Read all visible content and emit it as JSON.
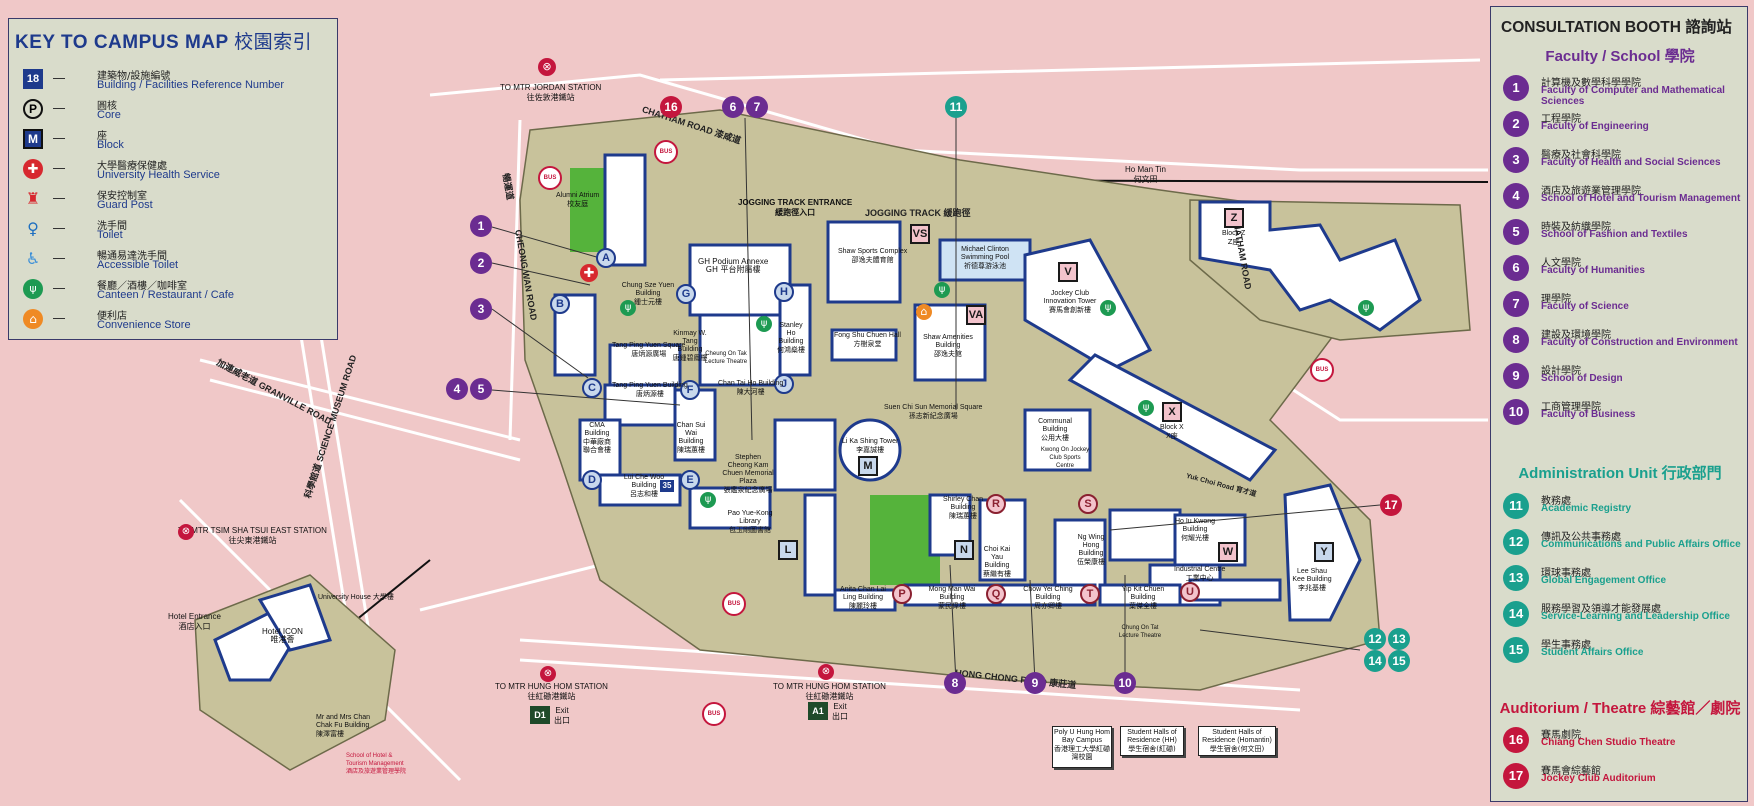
{
  "colors": {
    "purple": "#6b2c91",
    "teal": "#1aa08e",
    "crimson": "#c4163d",
    "navy": "#1e3a8c",
    "campus": "#c8c29b",
    "background": "#f0c8c8"
  },
  "legend": {
    "title": "KEY TO CAMPUS MAP",
    "title_zh": "校園索引",
    "items": [
      {
        "icon": "reference-number-icon",
        "symbol": "18",
        "zh": "建築物/設施編號",
        "en": "Building / Facilities Reference Number"
      },
      {
        "icon": "core-icon",
        "symbol": "P",
        "zh": "圓核",
        "en": "Core"
      },
      {
        "icon": "block-icon",
        "symbol": "M",
        "zh": "座",
        "en": "Block"
      },
      {
        "icon": "health-service-icon",
        "symbol": "✚",
        "zh": "大學醫療保健處",
        "en": "University Health Service"
      },
      {
        "icon": "guard-post-icon",
        "symbol": "♜",
        "zh": "保安控制室",
        "en": "Guard Post"
      },
      {
        "icon": "toilet-icon",
        "symbol": "♀",
        "zh": "洗手間",
        "en": "Toilet"
      },
      {
        "icon": "accessible-toilet-icon",
        "symbol": "♿",
        "zh": "暢通易達洗手間",
        "en": "Accessible Toilet"
      },
      {
        "icon": "canteen-icon",
        "symbol": "🍴",
        "zh": "餐廳／酒樓／咖啡室",
        "en": "Canteen / Restaurant / Cafe"
      },
      {
        "icon": "convenience-store-icon",
        "symbol": "⌂",
        "zh": "便利店",
        "en": "Convenience Store"
      }
    ]
  },
  "booth": {
    "title": "CONSULTATION BOOTH 諮詢站",
    "faculty_header": "Faculty / School 學院",
    "faculties": [
      {
        "n": "1",
        "zh": "計算機及數學科學學院",
        "en": "Faculty of Computer and Mathematical Sciences"
      },
      {
        "n": "2",
        "zh": "工程學院",
        "en": "Faculty of Engineering"
      },
      {
        "n": "3",
        "zh": "醫療及社會科學院",
        "en": "Faculty of Health and Social Sciences"
      },
      {
        "n": "4",
        "zh": "酒店及旅遊業管理學院",
        "en": "School of Hotel and Tourism Management"
      },
      {
        "n": "5",
        "zh": "時裝及紡織學院",
        "en": "School of Fashion and Textiles"
      },
      {
        "n": "6",
        "zh": "人文學院",
        "en": "Faculty of Humanities"
      },
      {
        "n": "7",
        "zh": "理學院",
        "en": "Faculty of Science"
      },
      {
        "n": "8",
        "zh": "建設及環境學院",
        "en": "Faculty of Construction and Environment"
      },
      {
        "n": "9",
        "zh": "設計學院",
        "en": "School of Design"
      },
      {
        "n": "10",
        "zh": "工商管理學院",
        "en": "Faculty of Business"
      }
    ],
    "admin_header": "Administration Unit 行政部門",
    "admin": [
      {
        "n": "11",
        "zh": "教務處",
        "en": "Academic Registry"
      },
      {
        "n": "12",
        "zh": "傳訊及公共事務處",
        "en": "Communications and Public Affairs Office"
      },
      {
        "n": "13",
        "zh": "環球事務處",
        "en": "Global Engagement Office"
      },
      {
        "n": "14",
        "zh": "服務學習及領導才能發展處",
        "en": "Service-Learning and Leadership Office"
      },
      {
        "n": "15",
        "zh": "學生事務處",
        "en": "Student Affairs Office"
      }
    ],
    "aud_header": "Auditorium / Theatre 綜藝館／劇院",
    "auditoria": [
      {
        "n": "16",
        "zh": "賽馬劇院",
        "en": "Chiang Chen Studio Theatre"
      },
      {
        "n": "17",
        "zh": "賽馬會綜藝館",
        "en": "Jockey Club Auditorium"
      }
    ]
  },
  "map": {
    "streets": {
      "chatham_road": "CHATHAM ROAD",
      "chatham_road_zh": "漆咸道",
      "cheong_wan_road": "CHEONG WAN ROAD",
      "cheong_wan_zh": "暢運道",
      "granville_road": "GRANVILLE ROAD",
      "granville_zh": "加連威老道",
      "science_museum_road": "SCIENCE MUSEUM ROAD",
      "science_museum_zh": "科學館道",
      "hong_chong_road": "HONG CHONG ROAD",
      "hong_chong_zh": "康莊道",
      "jogging_track": "JOGGING TRACK",
      "jogging_track_zh": "緩跑徑",
      "jogging_entrance": "JOGGING TRACK ENTRANCE",
      "jogging_entrance_zh": "緩跑徑入口",
      "yuk_choi_road": "Yuk Choi Road",
      "yuk_choi_zh": "育才道",
      "ho_man_tin": "Ho Man Tin",
      "ho_man_tin_zh": "何文田",
      "hotel_entrance": "Hotel Entrance",
      "hotel_entrance_zh": "酒店入口"
    },
    "mtr": {
      "jordan": "TO MTR JORDAN STATION",
      "jordan_zh": "往佐敦港鐵站",
      "tst_east": "TO MTR TSIM SHA TSUI EAST STATION",
      "tst_east_zh": "往尖東港鐵站",
      "hung_hom": "TO MTR HUNG HOM STATION",
      "hung_hom_zh": "往紅磡港鐵站",
      "exit": "Exit",
      "exit_zh": "出口",
      "d1": "D1",
      "a1": "A1",
      "bus": "BUS"
    },
    "buildings": {
      "alumni": "Alumni Atrium",
      "alumni_zh": "校友庭",
      "shaw_sports": "Shaw Sports Complex",
      "shaw_sports_zh": "邵逸夫體育館",
      "clinton_pool": "Michael Clinton Swimming Pool",
      "clinton_pool_zh": "祈德尊游泳池",
      "gh_annex": "GH Podium Annexe",
      "gh_annex_zh": "GH 平台附屬樓",
      "chung_sze_yuen": "Chung Sze Yuen Building",
      "chung_sze_yuen_zh": "鍾士元樓",
      "kinmay": "Kinmay W. Tang Building",
      "kinmay_zh": "唐鍾碧鳳樓",
      "cheung_chuk": "Cheung On Tak Lecture Theatre",
      "stanley_ho": "Stanley Ho Building",
      "stanley_ho_zh": "何鴻燊樓",
      "fong_shu_chuen": "Fong Shu Chuen Hall",
      "fong_shu_chuen_zh": "方樹泉堂",
      "shaw_amenities": "Shaw Amenities Building",
      "shaw_amenities_zh": "邵逸夫館",
      "jockey_tower": "Jockey Club Innovation Tower",
      "jockey_tower_zh": "賽馬會創新樓",
      "tang_ping_yuen": "Tang Ping Yuen Square",
      "tang_ping_yuen_zh": "唐炳源廣場",
      "tang_ping_yuen_bldg": "Tang Ping Yuen Building",
      "tang_ping_yuen_bldg_zh": "唐炳源樓",
      "chan_tai_ho": "Chan Tai Ho Building",
      "chan_tai_ho_zh": "陳大河樓",
      "suen_chi_sun": "Suen Chi Sun Memorial Square",
      "suen_chi_sun_zh": "孫志新紀念廣場",
      "li_ka_shing": "Li Ka Shing Tower",
      "li_ka_shing_zh": "李嘉誠樓",
      "cma": "CMA Building",
      "cma_zh": "中華廠商聯合會樓",
      "chan_sui_wai": "Chan Sui Wai Building",
      "chan_sui_wai_zh": "陳瑞蕙樓",
      "lui_che_woo": "Lui Che Woo Building",
      "lui_che_woo_zh": "呂志和樓",
      "pao_yue_kong": "Pao Yue-Kong Library",
      "pao_yue_kong_zh": "包玉剛圖書館",
      "stephen_cheong": "Stephen Cheong Kam Chuen Memorial Plaza",
      "stephen_cheong_zh": "張鑑泉紀念廣場",
      "communal": "Communal Building",
      "communal_zh": "公用大樓",
      "block_x": "Block X",
      "block_x_zh": "X座",
      "block_z": "Block Z",
      "block_z_zh": "Z座",
      "shirley_chan": "Shirley Chan Building",
      "shirley_chan_zh": "陳瑞蕙樓",
      "choi_kai_yau": "Choi Kai Yau Building",
      "choi_kai_yau_zh": "蔡繼有樓",
      "ng_wing_hong": "Ng Wing Hong Building",
      "ng_wing_hong_zh": "伍榮康樓",
      "ho_iu_kwong": "Ho Iu Kwong Building",
      "ho_iu_kwong_zh": "何耀光樓",
      "industrial": "Industrial Centre",
      "industrial_zh": "工業中心",
      "lee_shau_kee": "Lee Shau Kee Building",
      "lee_shau_kee_zh": "李兆基樓",
      "anita_chan": "Anita Chan Lai Ling Building",
      "anita_chan_zh": "陳麗玲樓",
      "mong_man_wai": "Mong Man Wai Building",
      "mong_man_wai_zh": "蒙民偉樓",
      "chow_yei_ching": "Chow Yei Ching Building",
      "chow_yei_ching_zh": "周亦卿樓",
      "yip_kit_chuen": "Yip Kit Chuen Building",
      "yip_kit_chuen_zh": "葉傑全樓",
      "kwong_on": "Kwong On Jockey Club Sports Centre",
      "chung_on_tat": "Chung On Tat Lecture Theatre",
      "block_w": "W",
      "block_y": "Y",
      "university_house": "University House 大學樓",
      "hotel_icon": "Hotel ICON",
      "hotel_icon_zh": "唯港薈",
      "chan_chak_fu": "Mr and Mrs Chan Chak Fu Building",
      "chan_chak_fu_zh": "陳澤富樓",
      "shtm": "School of Hotel & Tourism Management",
      "shtm_zh": "酒店及旅遊業管理學院",
      "poly_u": "Poly U Hung Hom Bay Campus",
      "poly_u_zh": "香港理工大學紅磡灣校園",
      "halls_hh": "Student Halls of Residence (HH)",
      "halls_hh_zh": "學生宿舍(紅磡)",
      "halls_homantin": "Student Halls of Residence (Homantin)",
      "halls_homantin_zh": "學生宿舍(何文田)",
      "jogging_building": "Jogging Track Entrance",
      "ref_35": "35"
    }
  }
}
